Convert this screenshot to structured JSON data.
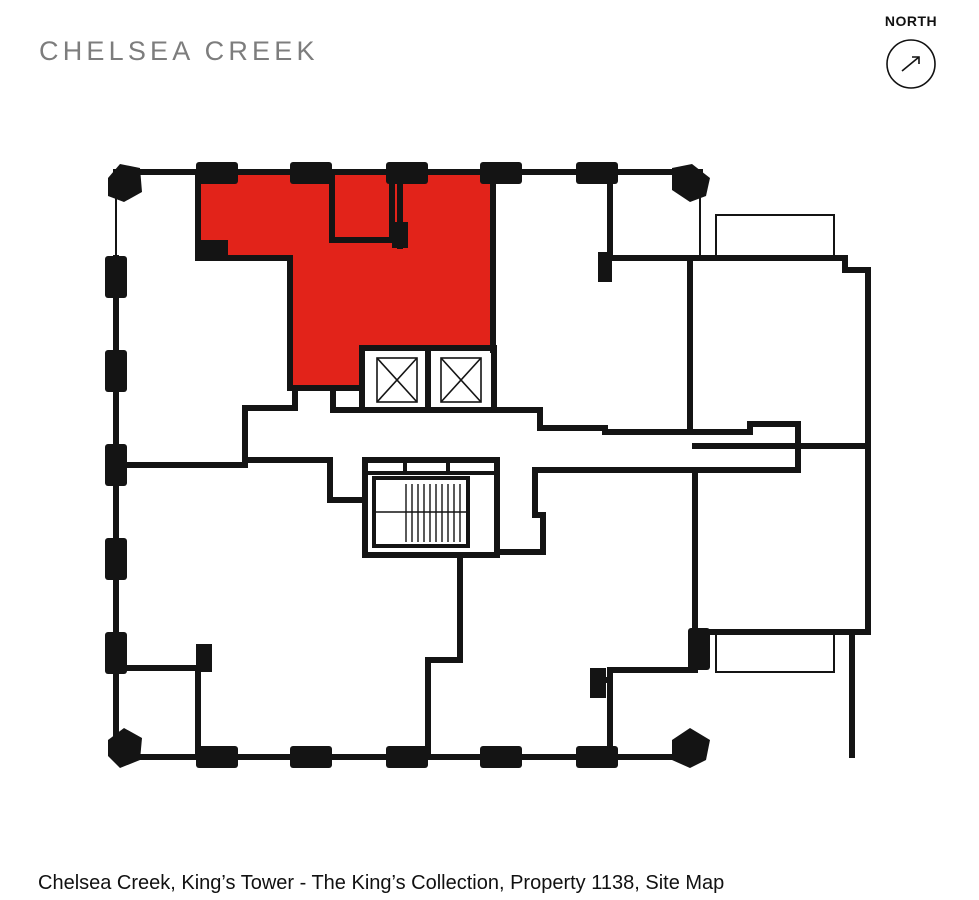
{
  "brand": {
    "logo_text": "CHELSEA CREEK"
  },
  "compass": {
    "label": "NORTH",
    "icon": "north-arrow-icon"
  },
  "plan": {
    "highlight_color": "#e2231a",
    "wall_color": "#141414",
    "highlighted_unit": "Property 1138"
  },
  "caption": "Chelsea Creek, King’s Tower - The King’s Collection, Property 1138, Site Map"
}
